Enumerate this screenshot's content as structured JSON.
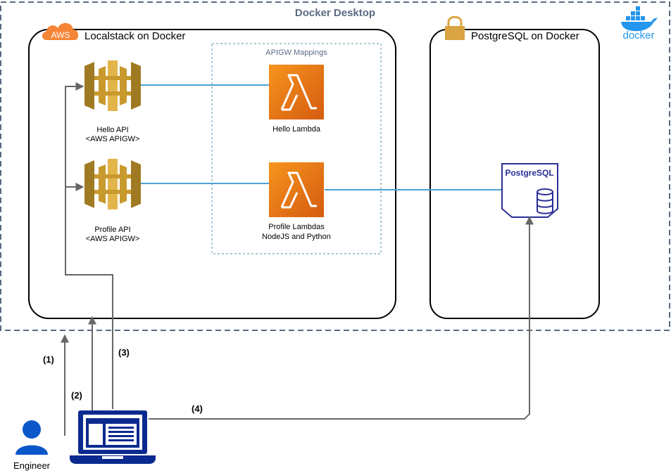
{
  "docker_desktop": {
    "title": "Docker Desktop",
    "logo_text": "docker"
  },
  "localstack": {
    "title": "Localstack on Docker",
    "aws_badge": "AWS"
  },
  "postgres_container": {
    "title": "PostgreSQL on Docker"
  },
  "mappings": {
    "title": "APIGW Mappings"
  },
  "apis": [
    {
      "name": "Hello API",
      "type": "<AWS APIGW>"
    },
    {
      "name": "Profile API",
      "type": "<AWS APIGW>"
    }
  ],
  "lambdas": [
    {
      "line1": "Hello Lambda",
      "line2": ""
    },
    {
      "line1": "Profile Lambdas",
      "line2": "NodeJS and Python"
    }
  ],
  "database": {
    "label": "PostgreSQL"
  },
  "engineer": {
    "label": "Engineer"
  },
  "steps": [
    "(1)",
    "(2)",
    "(3)",
    "(4)"
  ],
  "colors": {
    "dashed_border": "#5a6b82",
    "aws_orange": "#f58536",
    "apigw_gold": "#c89a2e",
    "lambda_orange": "#e8781c",
    "connector_blue": "#4aa0d8",
    "flow_gray": "#666666",
    "postgres_navy": "#2a2f96",
    "laptop_navy": "#0b2a8f",
    "docker_blue": "#2496ed"
  },
  "icons": [
    "aws-cloud-icon",
    "lock-icon",
    "docker-whale-icon",
    "api-gateway-icon",
    "lambda-icon",
    "postgresql-db-icon",
    "person-icon",
    "laptop-icon"
  ]
}
